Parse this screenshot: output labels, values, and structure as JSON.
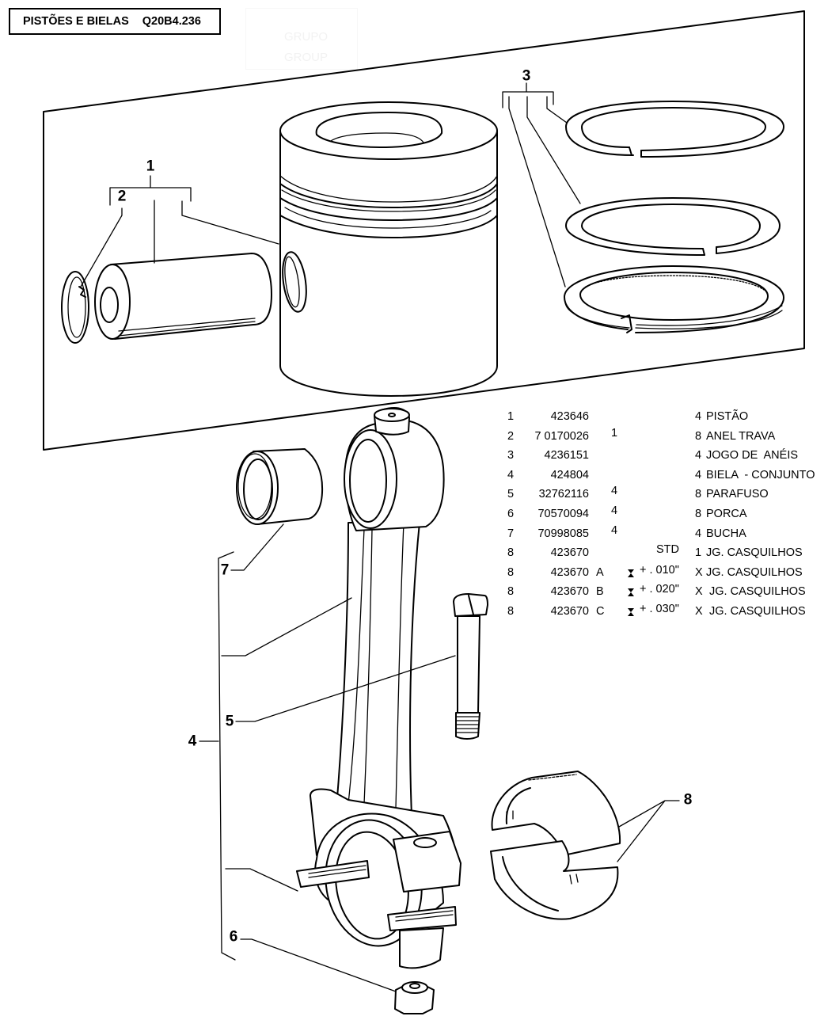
{
  "header": {
    "title": "PISTÕES E BIELAS",
    "code": "Q20B4.236"
  },
  "watermark": {
    "line1": "GRUPO",
    "line2": "GROUP"
  },
  "callouts": {
    "c1": "1",
    "c2": "2",
    "c3": "3",
    "c4": "4",
    "c5": "5",
    "c6": "6",
    "c7": "7",
    "c8": "8"
  },
  "parts_list": {
    "rows": [
      {
        "item": "1",
        "part": "423646",
        "variant": "",
        "marker": false,
        "note": "",
        "size": "",
        "qty": "4",
        "description": "PISTÃO"
      },
      {
        "item": "2",
        "part": "7 0170026",
        "variant": "",
        "marker": false,
        "note": "1",
        "size": "",
        "qty": "8",
        "description": "ANEL TRAVA"
      },
      {
        "item": "3",
        "part": "4236151",
        "variant": "",
        "marker": false,
        "note": "",
        "size": "",
        "qty": "4",
        "description": "JOGO DE  ANÉIS"
      },
      {
        "item": "4",
        "part": "424804",
        "variant": "",
        "marker": false,
        "note": "",
        "size": "",
        "qty": "4",
        "description": "BIELA  - CONJUNTO"
      },
      {
        "item": "5",
        "part": "32762116",
        "variant": "",
        "marker": false,
        "note": "4",
        "size": "",
        "qty": "8",
        "description": "PARAFUSO"
      },
      {
        "item": "6",
        "part": "70570094",
        "variant": "",
        "marker": false,
        "note": "4",
        "size": "",
        "qty": "8",
        "description": "PORCA"
      },
      {
        "item": "7",
        "part": "70998085",
        "variant": "",
        "marker": false,
        "note": "4",
        "size": "",
        "qty": "4",
        "description": "BUCHA"
      },
      {
        "item": "8",
        "part": "423670",
        "variant": "",
        "marker": false,
        "note": "",
        "size": "STD",
        "qty": "1",
        "description": "JG. CASQUILHOS"
      },
      {
        "item": "8",
        "part": "423670",
        "variant": "A",
        "marker": true,
        "note": "",
        "size": "+ . 010\"",
        "qty": "X",
        "description": "JG. CASQUILHOS"
      },
      {
        "item": "8",
        "part": "423670",
        "variant": "B",
        "marker": true,
        "note": "",
        "size": "+ . 020\"",
        "qty": "X",
        "description": " JG. CASQUILHOS"
      },
      {
        "item": "8",
        "part": "423670",
        "variant": "C",
        "marker": true,
        "note": "",
        "size": "+ . 030\"",
        "qty": "X",
        "description": " JG. CASQUILHOS"
      }
    ]
  }
}
